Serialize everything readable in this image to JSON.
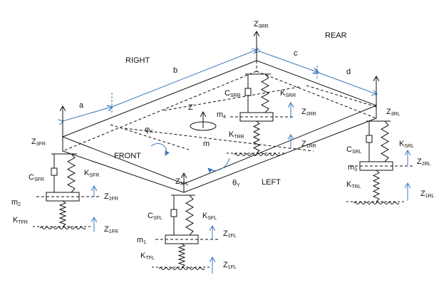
{
  "directions": {
    "right": "RIGHT",
    "rear": "REAR",
    "front": "FRONT",
    "left": "LEFT"
  },
  "dimensions": {
    "a": "a",
    "b": "b",
    "c": "c",
    "d": "d"
  },
  "body": {
    "mass": "m",
    "heave": "Z",
    "roll_angle": {
      "main": "φ",
      "sub": "X"
    },
    "pitch_angle": {
      "main": "θ",
      "sub": "Y"
    }
  },
  "corners": {
    "fr": {
      "main": "Z",
      "sub": "3FR"
    },
    "fl": {
      "main": "Z",
      "sub": "3FL"
    },
    "rr": {
      "main": "Z",
      "sub": "3RR"
    },
    "rl": {
      "main": "Z",
      "sub": "3RL"
    }
  },
  "units": {
    "fr": {
      "mass": {
        "main": "m",
        "sub": "2"
      },
      "damper": {
        "main": "C",
        "sub": "SFR"
      },
      "spring": {
        "main": "K",
        "sub": "SFR"
      },
      "tire": {
        "main": "K",
        "sub": "TFR"
      },
      "z2": {
        "main": "Z",
        "sub": "2FR"
      },
      "z1": {
        "main": "Z",
        "sub": "1FR"
      }
    },
    "fl": {
      "mass": {
        "main": "m",
        "sub": "1"
      },
      "damper": {
        "main": "C",
        "sub": "SFL"
      },
      "spring": {
        "main": "K",
        "sub": "SFL"
      },
      "tire": {
        "main": "K",
        "sub": "TFL"
      },
      "z2": {
        "main": "Z",
        "sub": "2FL"
      },
      "z1": {
        "main": "Z",
        "sub": "1FL"
      }
    },
    "rr": {
      "mass": {
        "main": "m",
        "sub": "4"
      },
      "damper": {
        "main": "C",
        "sub": "SRR"
      },
      "spring": {
        "main": "K",
        "sub": "SRR"
      },
      "tire": {
        "main": "K",
        "sub": "TRR"
      },
      "z2": {
        "main": "Z",
        "sub": "2RR"
      },
      "z1": {
        "main": "Z",
        "sub": "1RR"
      }
    },
    "rl": {
      "mass": {
        "main": "m",
        "sub": "3"
      },
      "damper": {
        "main": "C",
        "sub": "SRL"
      },
      "spring": {
        "main": "K",
        "sub": "SRL"
      },
      "tire": {
        "main": "K",
        "sub": "TRL"
      },
      "z2": {
        "main": "Z",
        "sub": "2RL"
      },
      "z1": {
        "main": "Z",
        "sub": "1RL"
      }
    }
  },
  "colors": {
    "line": "#111111",
    "dimension": "#3b78b8",
    "arrow_blue": "#3b78b8"
  }
}
